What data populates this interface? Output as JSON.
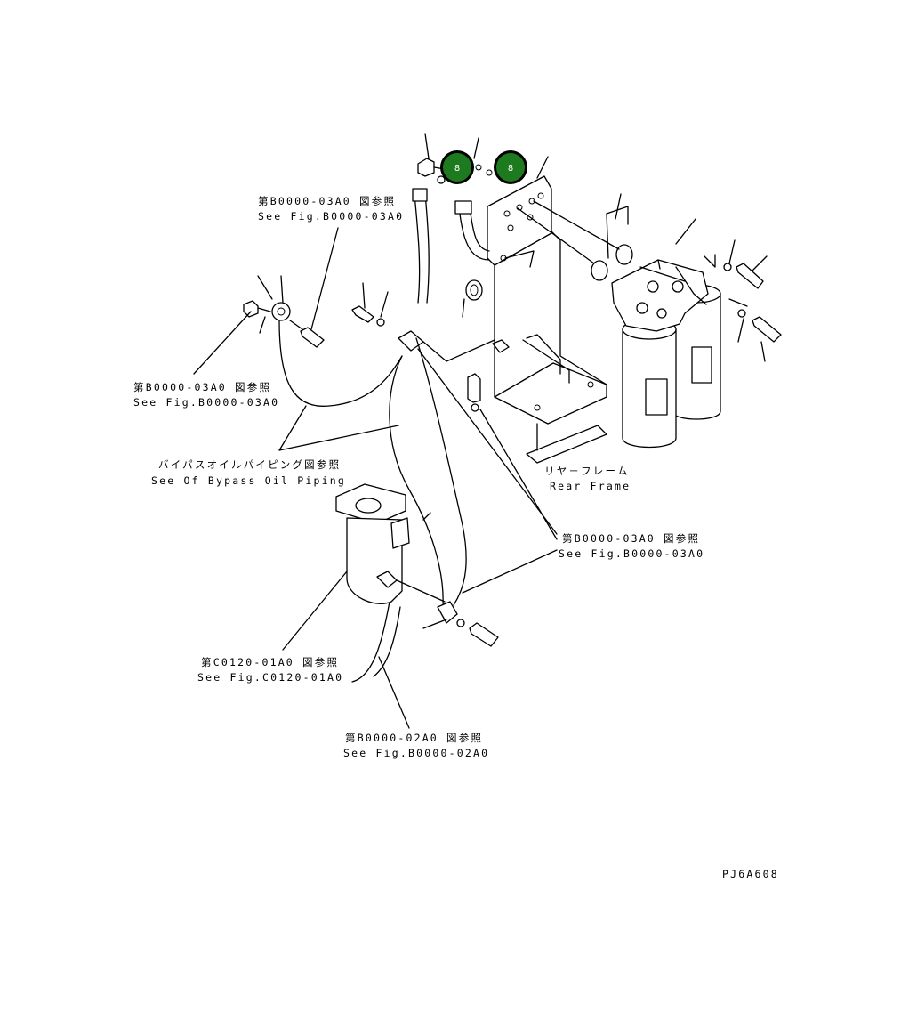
{
  "diagram_code": "PJ6A608",
  "callouts": [
    {
      "number": "8",
      "color": "#1e7a1e"
    },
    {
      "number": "8",
      "color": "#1e7a1e"
    }
  ],
  "labels": {
    "ref_top_jp": "第B0000-03A0 図参照",
    "ref_top_en": "See Fig.B0000-03A0",
    "ref_left_jp": "第B0000-03A0 図参照",
    "ref_left_en": "See Fig.B0000-03A0",
    "bypass_jp": "バイパスオイルパイピング図参照",
    "bypass_en": "See Of Bypass Oil Piping",
    "rear_frame_jp": "リヤ－フレーム",
    "rear_frame_en": "Rear Frame",
    "ref_right_jp": "第B0000-03A0 図参照",
    "ref_right_en": "See Fig.B0000-03A0",
    "ref_c0120_jp": "第C0120-01A0 図参照",
    "ref_c0120_en": "See Fig.C0120-01A0",
    "ref_b0200_jp": "第B0000-02A0 図参照",
    "ref_b0200_en": "See Fig.B0000-02A0"
  }
}
